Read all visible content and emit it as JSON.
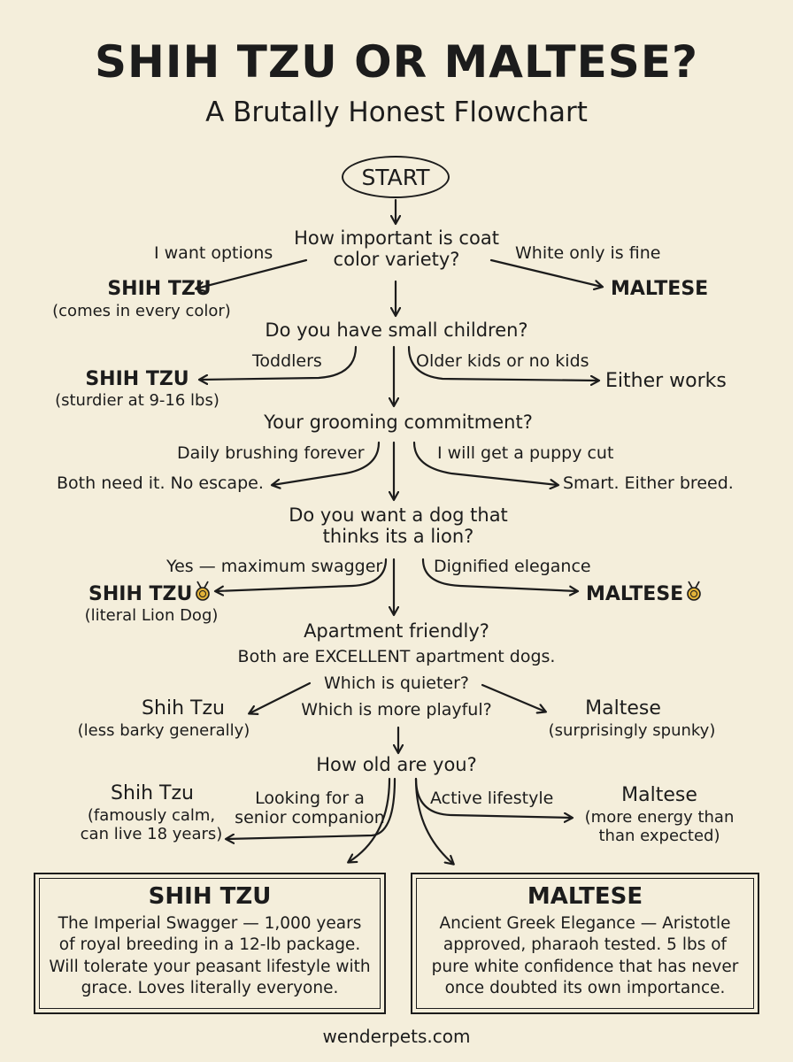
{
  "title": "SHIH TZU OR MALTESE?",
  "subtitle": "A Brutally Honest Flowchart",
  "start": "START",
  "q1": {
    "line1": "How important is coat",
    "line2": "color variety?",
    "left_label": "I want options",
    "right_label": "White only is fine",
    "left_result": "SHIH TZU",
    "left_note": "(comes in every color)",
    "right_result": "MALTESE"
  },
  "q2": {
    "text": "Do you have small children?",
    "left_label": "Toddlers",
    "right_label": "Older kids or no kids",
    "left_result": "SHIH TZU",
    "left_note": "(sturdier at 9-16 lbs)",
    "right_result": "Either works"
  },
  "q3": {
    "text": "Your grooming commitment?",
    "left_label": "Daily brushing forever",
    "right_label": "I will get a puppy cut",
    "left_result": "Both need it. No escape.",
    "right_result": "Smart. Either breed."
  },
  "q4": {
    "line1": "Do you want a dog that",
    "line2": "thinks its a lion?",
    "left_label": "Yes — maximum swagger",
    "right_label": "Dignified elegance",
    "left_result": "SHIH TZU",
    "left_note": "(literal Lion Dog)",
    "right_result": "MALTESE"
  },
  "q5": {
    "line1": "Apartment friendly?",
    "line2": "Both are EXCELLENT apartment dogs.",
    "line3": "Which is quieter?",
    "line4": "Which is more playful?",
    "left_result": "Shih Tzu",
    "left_note": "(less barky generally)",
    "right_result": "Maltese",
    "right_note": "(surprisingly spunky)"
  },
  "q6": {
    "text": "How old are you?",
    "left_label_1": "Looking for a",
    "left_label_2": "senior companion",
    "right_label": "Active lifestyle",
    "left_result": "Shih Tzu",
    "left_note_1": "(famously calm,",
    "left_note_2": "can live 18 years)",
    "right_result": "Maltese",
    "right_note_1": "(more energy than",
    "right_note_2": "than expected)"
  },
  "final_left": {
    "title": "SHIH TZU",
    "body": "The Imperial Swagger — 1,000 years of royal breeding in a 12-lb package. Will tolerate your peasant lifestyle with grace. Loves literally everyone."
  },
  "final_right": {
    "title": "MALTESE",
    "body": "Ancient Greek Elegance — Aristotle approved, pharaoh tested. 5 lbs of pure white confidence that has never once doubted its own importance."
  },
  "footer": "wenderpets.com",
  "colors": {
    "background": "#f4eedb",
    "ink": "#1c1c1c",
    "medal": "#e2b33a"
  }
}
